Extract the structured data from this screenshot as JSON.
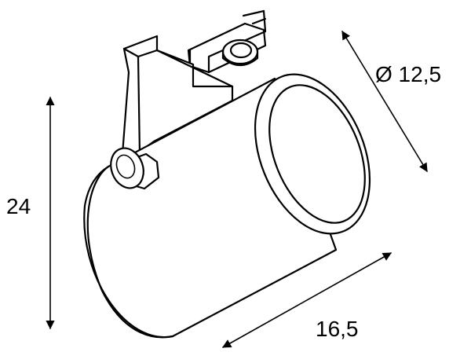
{
  "dimensions": {
    "height": "24",
    "length": "16,5",
    "diameter": "Ø 12,5"
  },
  "colors": {
    "line": "#000000",
    "background": "#ffffff"
  }
}
